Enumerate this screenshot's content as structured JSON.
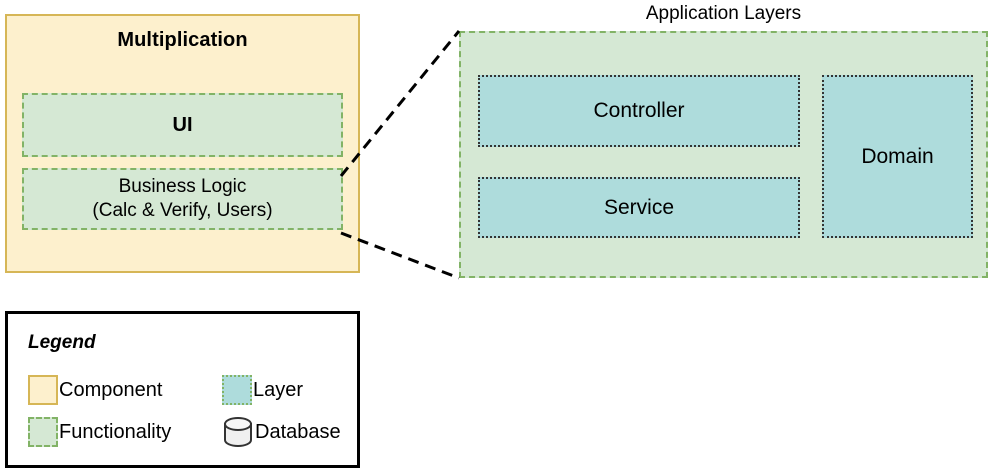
{
  "diagram": {
    "component": {
      "title": "Multiplication",
      "functionalities": [
        {
          "label": "UI"
        },
        {
          "label": "Business Logic\n(Calc & Verify, Users)"
        }
      ]
    },
    "application_layers": {
      "title": "Application Layers",
      "layers": [
        {
          "label": "Controller"
        },
        {
          "label": "Service"
        },
        {
          "label": "Domain"
        }
      ]
    },
    "legend": {
      "title": "Legend",
      "items": [
        {
          "label": "Component",
          "icon": "square-solid-icon"
        },
        {
          "label": "Layer",
          "icon": "square-dotted-icon"
        },
        {
          "label": "Functionality",
          "icon": "square-dashed-icon"
        },
        {
          "label": "Database",
          "icon": "database-cylinder-icon"
        }
      ]
    },
    "colors": {
      "component_fill": "#fdf0cd",
      "component_stroke": "#d6b656",
      "functionality_fill": "#d5e8d4",
      "functionality_stroke": "#82b366",
      "layer_fill": "#aedcdc",
      "layer_stroke": "#333333",
      "connector_stroke": "#000000",
      "legend_stroke": "#000000"
    }
  }
}
